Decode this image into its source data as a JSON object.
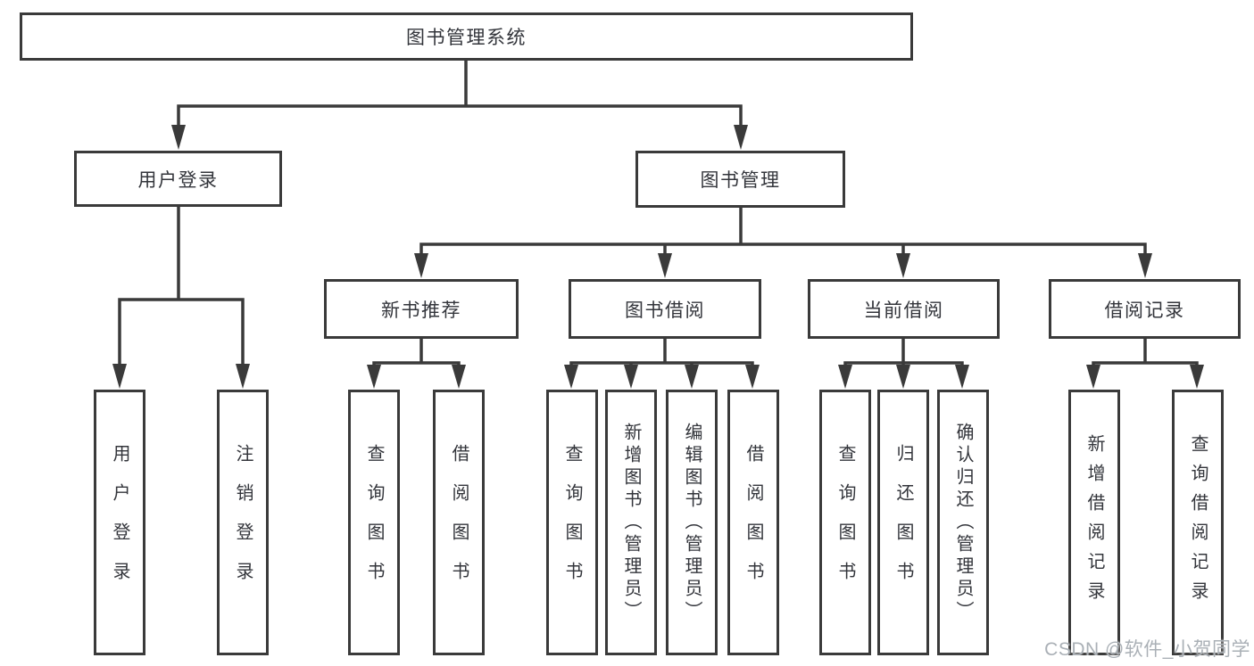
{
  "tree": {
    "root": "图书管理系统",
    "branches": [
      {
        "label": "用户登录",
        "children": [
          "用户登录",
          "注销登录"
        ]
      },
      {
        "label": "图书管理",
        "groups": [
          {
            "label": "新书推荐",
            "children": [
              "查询图书",
              "借阅图书"
            ]
          },
          {
            "label": "图书借阅",
            "children": [
              "查询图书",
              "新增图书（管理员）",
              "编辑图书（管理员）",
              "借阅图书"
            ]
          },
          {
            "label": "当前借阅",
            "children": [
              "查询图书",
              "归还图书",
              "确认归还（管理员）"
            ]
          },
          {
            "label": "借阅记录",
            "children": [
              "新增借阅记录",
              "查询借阅记录"
            ]
          }
        ]
      }
    ]
  },
  "watermark": {
    "text": "CSDN @软件_小贺同学"
  },
  "colors": {
    "line": "#3a3a3a",
    "box_border": "#3a3a3a",
    "text": "#33353b",
    "watermark": "#aab0b6",
    "background": "#ffffff"
  }
}
